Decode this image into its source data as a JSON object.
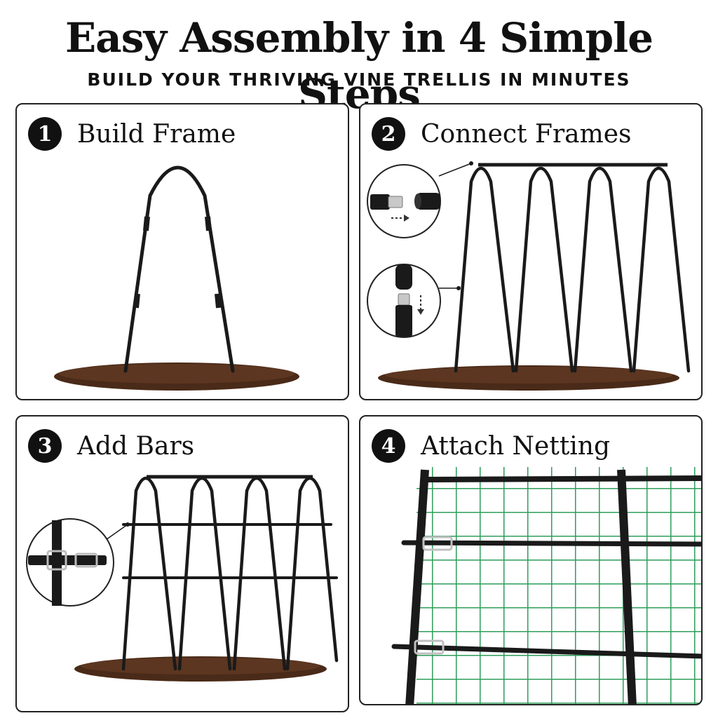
{
  "header": {
    "title": "Easy Assembly in 4 Simple Steps",
    "subtitle": "BUILD YOUR THRIVING VINE TRELLIS IN MINUTES"
  },
  "steps": [
    {
      "number": "1",
      "label": "Build Frame"
    },
    {
      "number": "2",
      "label": "Connect Frames"
    },
    {
      "number": "3",
      "label": "Add Bars"
    },
    {
      "number": "4",
      "label": "Attach Netting"
    }
  ],
  "colors": {
    "frame": "#1a1a1a",
    "soil": "#4a2a18",
    "netting": "#2e9e5b",
    "border": "#222222"
  }
}
